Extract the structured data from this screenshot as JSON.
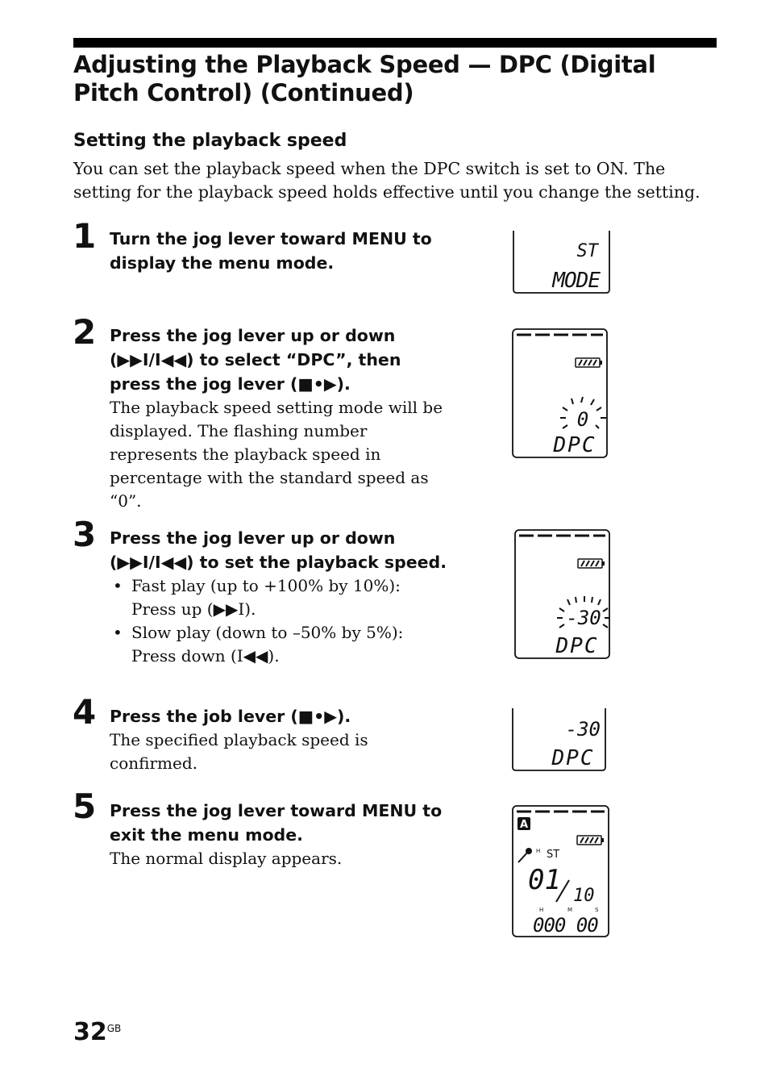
{
  "header": {
    "title": "Adjusting the Playback Speed — DPC (Digital Pitch Control) (Continued)"
  },
  "section": {
    "subheading": "Setting the playback speed",
    "intro": "You can set the playback speed when the DPC switch is set to ON.  The setting for the playback speed holds effective until you change the setting."
  },
  "steps": [
    {
      "number": "1",
      "instruction": "Turn the jog lever toward MENU to display the menu mode."
    },
    {
      "number": "2",
      "instruction": "Press the jog lever up or down (▶▶I/I◀◀) to select “DPC”, then press the jog lever (■•▶).",
      "body": "The playback speed setting mode will be displayed. The flashing number represents the playback speed in percentage with the standard speed as “0”."
    },
    {
      "number": "3",
      "instruction": "Press the jog lever up or down (▶▶I/I◀◀) to set the playback speed.",
      "bullets": [
        "Fast play (up to +100% by 10%): Press up (▶▶I).",
        "Slow play (down to –50% by 5%): Press down (I◀◀)."
      ]
    },
    {
      "number": "4",
      "instruction": "Press the job lever (■•▶).",
      "body": "The specified playback speed is confirmed."
    },
    {
      "number": "5",
      "instruction": "Press the jog lever toward MENU to exit the menu mode.",
      "body": "The normal display appears."
    }
  ],
  "displays": {
    "d1": {
      "top": "ST",
      "main": "MODE"
    },
    "d2": {
      "value": "0",
      "main": "DPC"
    },
    "d3": {
      "value": "-30",
      "main": "DPC"
    },
    "d4": {
      "value": "-30",
      "main": "DPC"
    },
    "d5": {
      "badge": "A",
      "mode": "ST",
      "mic_sens": "H",
      "track": "01",
      "total": "10",
      "h_label": "H",
      "m_label": "M",
      "s_label": "S",
      "counter": "000 00"
    }
  },
  "footer": {
    "page_number": "32",
    "page_suffix": "GB"
  }
}
